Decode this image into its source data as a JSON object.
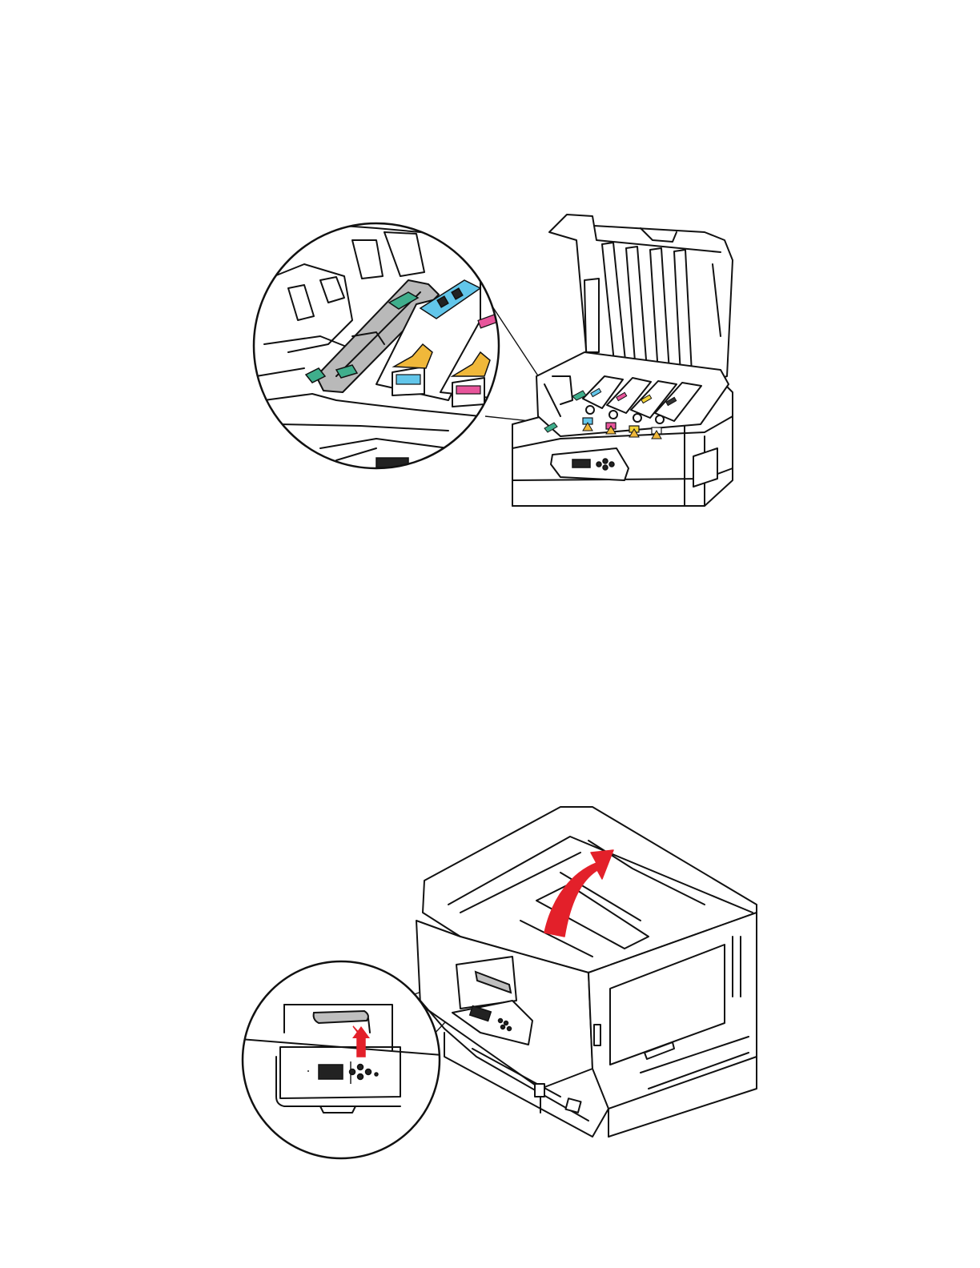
{
  "colors": {
    "cyan": "#62c6ea",
    "magenta": "#e8559b",
    "yellow": "#f3d338",
    "latch_gold": "#f0b83a",
    "handle_green": "#3fae8c",
    "part_gray": "#b9b9b9",
    "arrow_red": "#e3202a"
  },
  "figures": [
    {
      "id": "open-printer-cartridges",
      "callout": "cleaning-rod-detail",
      "icon": "printer-top-cover-open"
    },
    {
      "id": "closed-printer-open-cover",
      "callout": "release-lever-detail",
      "icon": "lift-arrow"
    }
  ]
}
